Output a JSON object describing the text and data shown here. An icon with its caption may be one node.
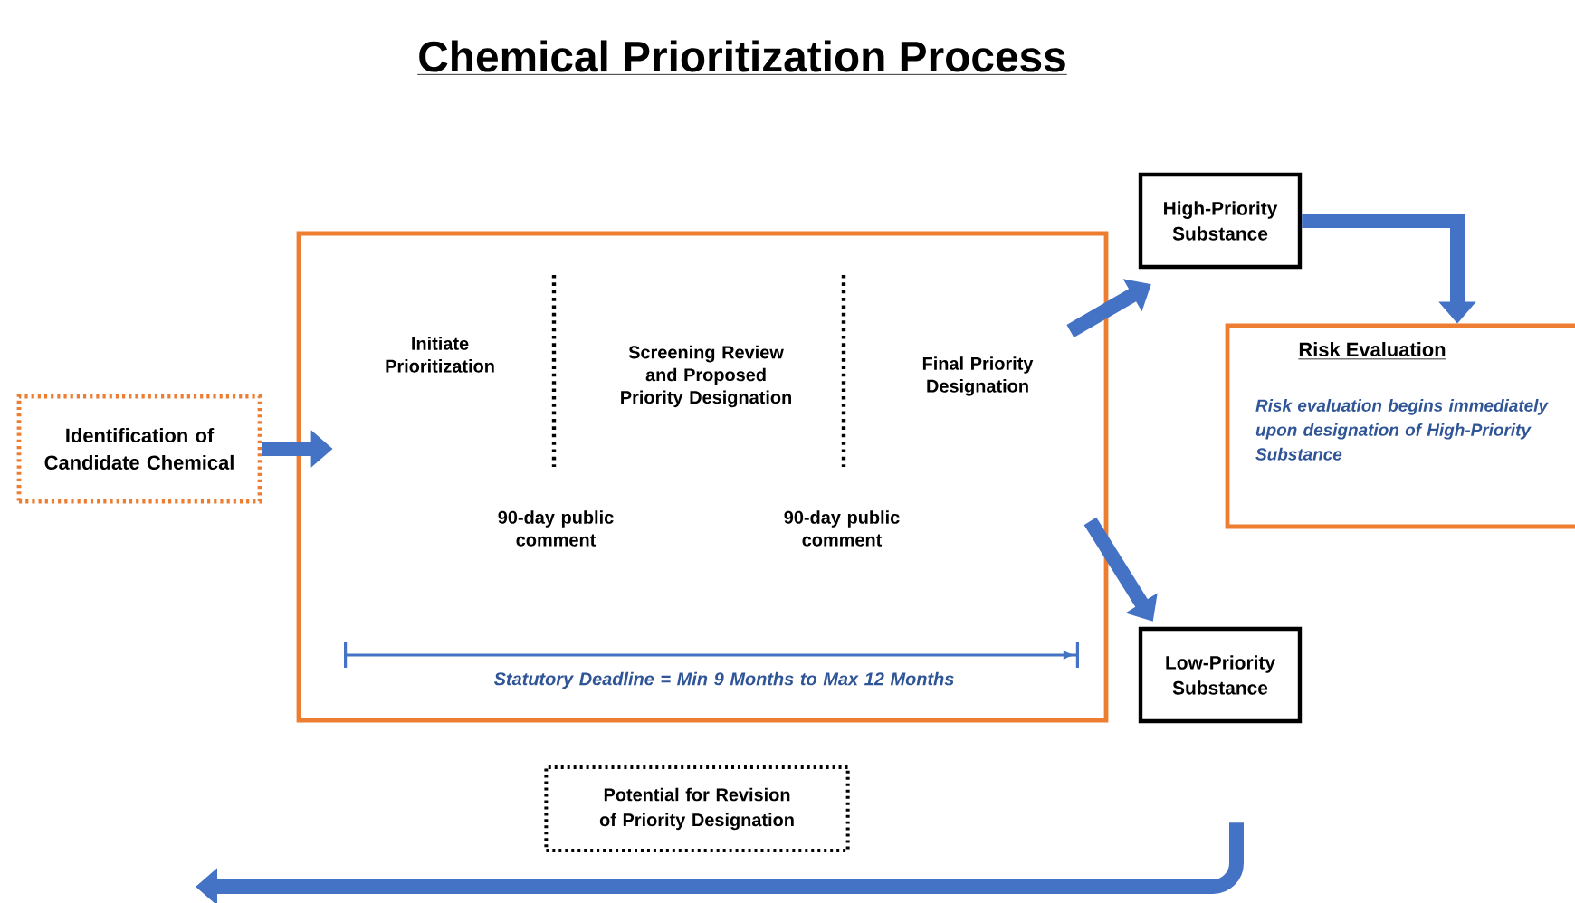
{
  "diagram": {
    "title": "Chemical Prioritization Process",
    "nodes": [
      {
        "text": [
          "Identification of Candidate Chemical"
        ]
      },
      {
        "text": [
          "Initiate Prioritization",
          "Screening Review and Proposed Priority Designation",
          "Final Priority Designation",
          "90-day public comment",
          "90-day public comment",
          "Statutory Deadline = Min 9 Months to Max 12 Months"
        ]
      },
      {
        "text": [
          "High-Priority Substance"
        ]
      },
      {
        "text": [
          "Low-Priority Substance"
        ]
      },
      {
        "text": [
          "Risk Evaluation",
          "Risk evaluation begins immediately upon designation of High-Priority Substance"
        ]
      },
      {
        "text": [
          "Potential for Revision of Priority Designation"
        ]
      }
    ],
    "edges": [
      {
        "from": 0,
        "to": 1,
        "arrow": "to"
      },
      {
        "from": 1,
        "to": 2,
        "arrow": "to"
      },
      {
        "from": 1,
        "to": 3,
        "arrow": "to"
      },
      {
        "from": 2,
        "to": 4,
        "arrow": "to"
      },
      {
        "from": 3,
        "to": null,
        "arrow": "to"
      }
    ]
  }
}
